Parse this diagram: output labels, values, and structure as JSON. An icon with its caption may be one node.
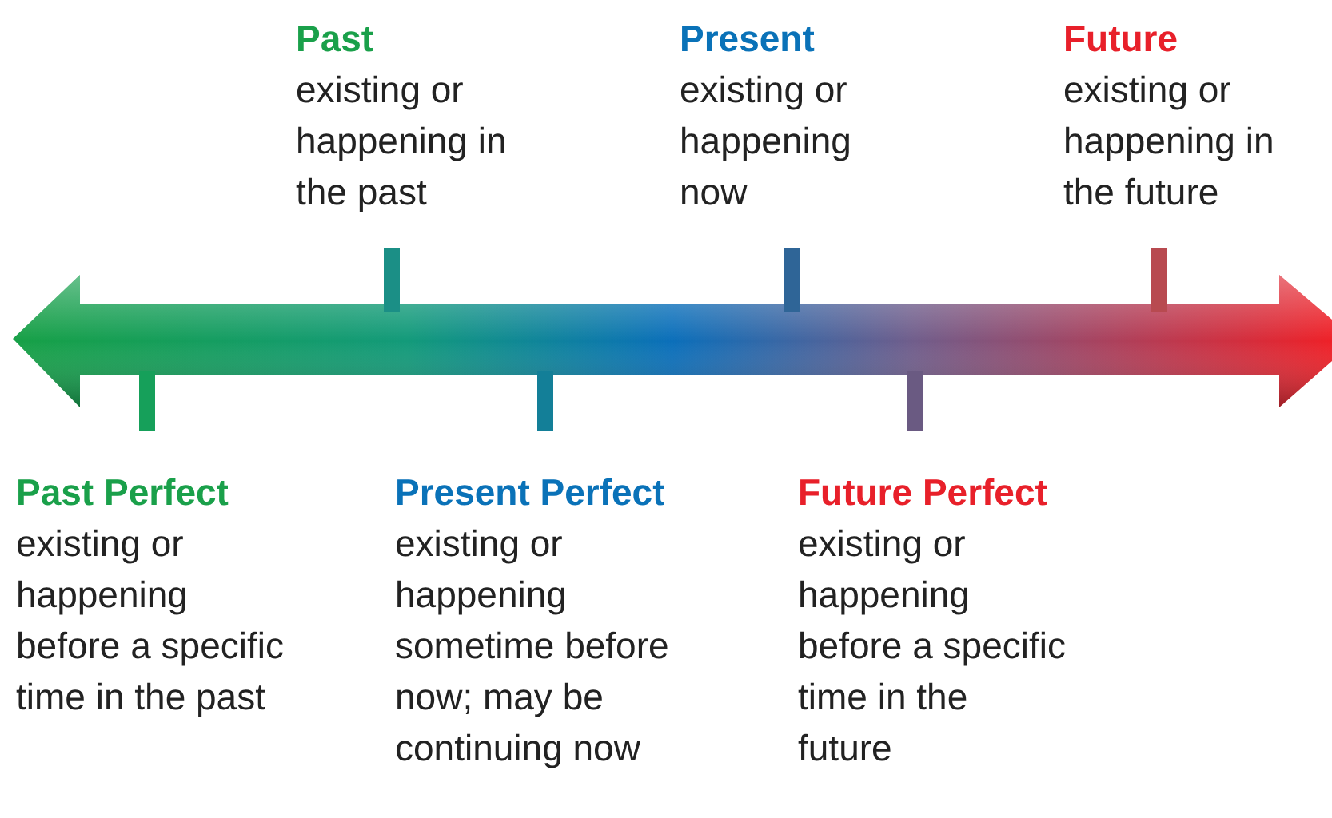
{
  "diagram": {
    "labels": [
      "Past",
      "existing or happening in the past",
      "Present",
      "existing or happening now",
      "Future",
      "existing or happening in the future",
      "Past Perfect",
      "existing or happening before a specific time in the past",
      "Present Perfect",
      "existing or happening sometime before now; may be continuing now",
      "Future Perfect",
      "existing or happening before a specific time in the future"
    ]
  }
}
